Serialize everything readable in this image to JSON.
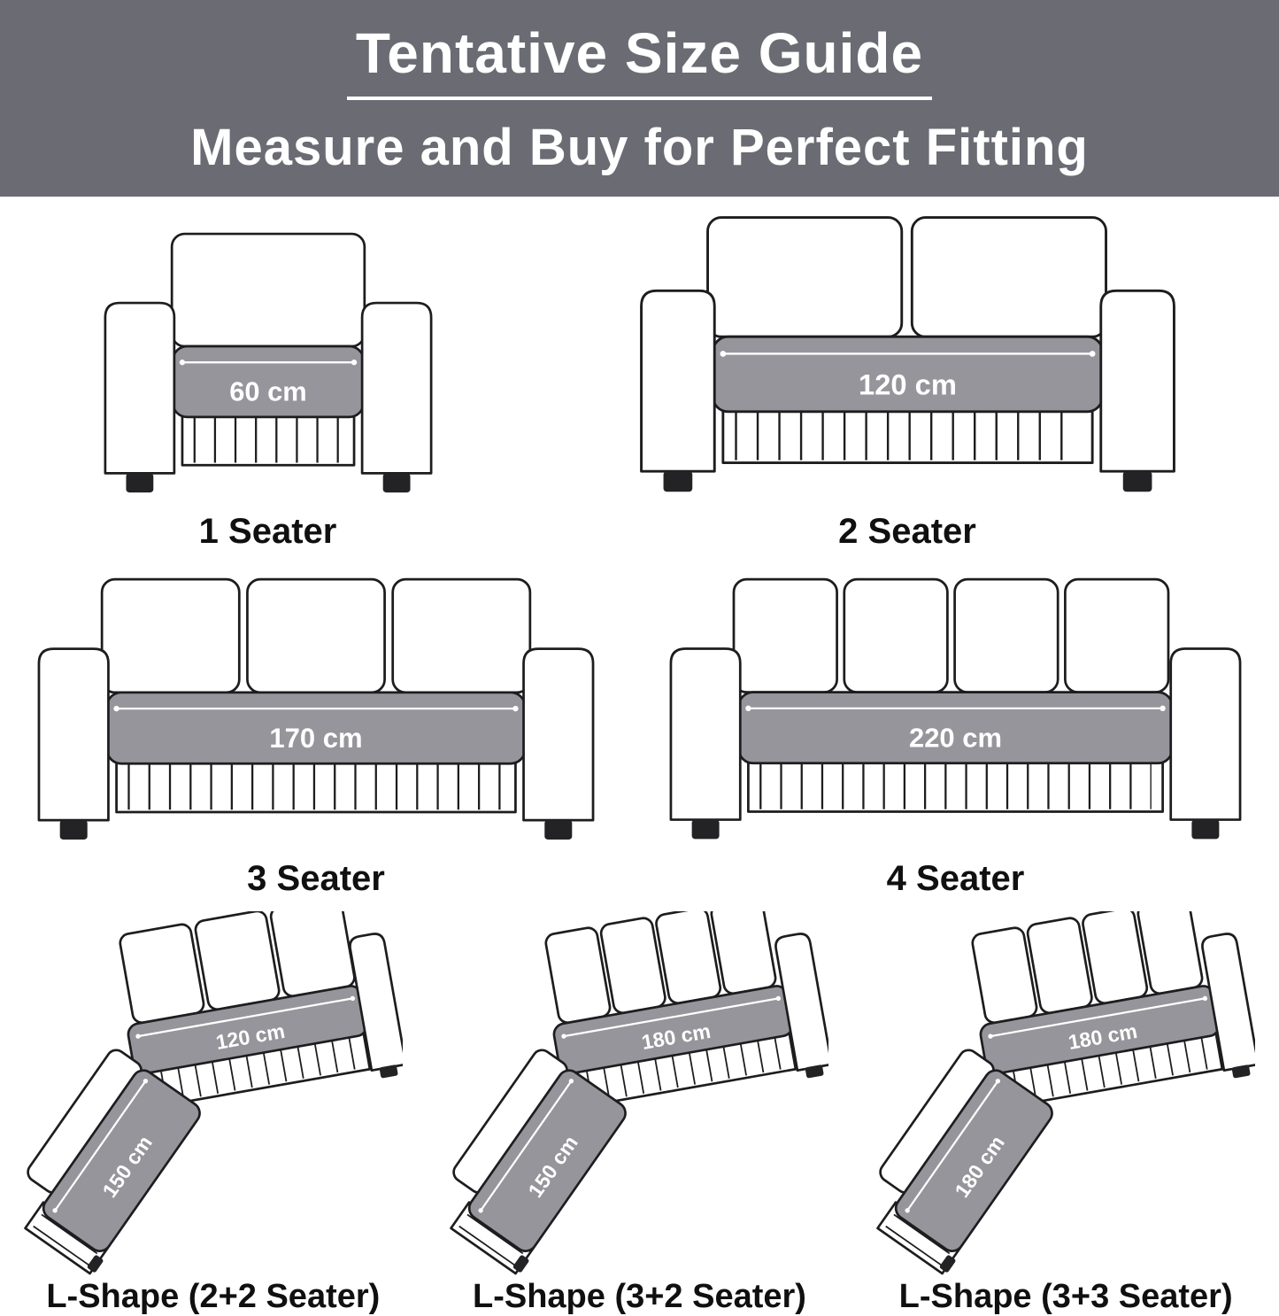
{
  "header": {
    "title": "Tentative Size Guide",
    "subtitle": "Measure and Buy for Perfect Fitting"
  },
  "colors": {
    "header_bg": "#6b6b74",
    "cushion_gray": "#95959b",
    "outline": "#1d1d1f",
    "foot": "#232326",
    "label_text": "#101010",
    "measurement_text": "#ffffff"
  },
  "sofas": {
    "one_seater": {
      "label": "1 Seater",
      "measurement": "60 cm"
    },
    "two_seater": {
      "label": "2 Seater",
      "measurement": "120 cm"
    },
    "three_seater": {
      "label": "3 Seater",
      "measurement": "170 cm"
    },
    "four_seater": {
      "label": "4 Seater",
      "measurement": "220 cm"
    },
    "l_shape_2_2": {
      "label": "L-Shape (2+2 Seater)",
      "measurement_main": "120 cm",
      "measurement_chaise": "150 cm"
    },
    "l_shape_3_2": {
      "label": "L-Shape (3+2 Seater)",
      "measurement_main": "180 cm",
      "measurement_chaise": "150 cm"
    },
    "l_shape_3_3": {
      "label": "L-Shape (3+3 Seater)",
      "measurement_main": "180 cm",
      "measurement_chaise": "180 cm"
    }
  }
}
